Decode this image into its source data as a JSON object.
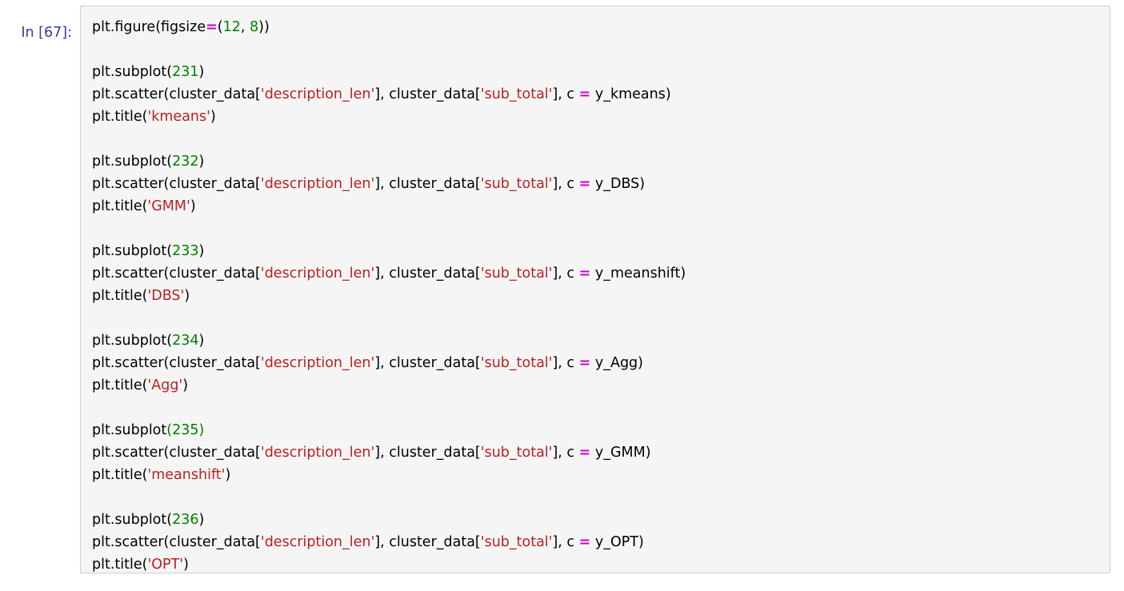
{
  "cell": {
    "prompt": "In [67]:",
    "prompt_color": "#303f9f",
    "background": "#f5f5f5",
    "border_color": "#cfcfcf",
    "type": "code",
    "language": "python"
  },
  "colors": {
    "plain": "#000000",
    "number": "#008000",
    "string": "#ba2121",
    "operator": "#cc00cc",
    "page_background": "#ffffff"
  },
  "code_lines": [
    {
      "id": "line-1",
      "tokens": [
        {
          "t": "plain",
          "v": "plt.figure(figsize"
        },
        {
          "t": "op",
          "v": "="
        },
        {
          "t": "plain",
          "v": "("
        },
        {
          "t": "num",
          "v": "12"
        },
        {
          "t": "plain",
          "v": ", "
        },
        {
          "t": "num",
          "v": "8"
        },
        {
          "t": "plain",
          "v": "))"
        }
      ]
    },
    {
      "id": "line-2",
      "tokens": []
    },
    {
      "id": "line-3",
      "tokens": [
        {
          "t": "plain",
          "v": "plt.subplot("
        },
        {
          "t": "num",
          "v": "231"
        },
        {
          "t": "plain",
          "v": ")"
        }
      ]
    },
    {
      "id": "line-4",
      "tokens": [
        {
          "t": "plain",
          "v": "plt.scatter(cluster_data["
        },
        {
          "t": "str",
          "v": "'description_len'"
        },
        {
          "t": "plain",
          "v": "], cluster_data["
        },
        {
          "t": "str",
          "v": "'sub_total'"
        },
        {
          "t": "plain",
          "v": "], c "
        },
        {
          "t": "op",
          "v": "="
        },
        {
          "t": "plain",
          "v": " y_kmeans)"
        }
      ]
    },
    {
      "id": "line-5",
      "tokens": [
        {
          "t": "plain",
          "v": "plt.title("
        },
        {
          "t": "str",
          "v": "'kmeans'"
        },
        {
          "t": "plain",
          "v": ")"
        }
      ]
    },
    {
      "id": "line-6",
      "tokens": []
    },
    {
      "id": "line-7",
      "tokens": [
        {
          "t": "plain",
          "v": "plt.subplot("
        },
        {
          "t": "num",
          "v": "232"
        },
        {
          "t": "plain",
          "v": ")"
        }
      ]
    },
    {
      "id": "line-8",
      "tokens": [
        {
          "t": "plain",
          "v": "plt.scatter(cluster_data["
        },
        {
          "t": "str",
          "v": "'description_len'"
        },
        {
          "t": "plain",
          "v": "], cluster_data["
        },
        {
          "t": "str",
          "v": "'sub_total'"
        },
        {
          "t": "plain",
          "v": "], c "
        },
        {
          "t": "op",
          "v": "="
        },
        {
          "t": "plain",
          "v": " y_DBS)"
        }
      ]
    },
    {
      "id": "line-9",
      "tokens": [
        {
          "t": "plain",
          "v": "plt.title("
        },
        {
          "t": "str",
          "v": "'GMM'"
        },
        {
          "t": "plain",
          "v": ")"
        }
      ]
    },
    {
      "id": "line-10",
      "tokens": []
    },
    {
      "id": "line-11",
      "tokens": [
        {
          "t": "plain",
          "v": "plt.subplot("
        },
        {
          "t": "num",
          "v": "233"
        },
        {
          "t": "plain",
          "v": ")"
        }
      ]
    },
    {
      "id": "line-12",
      "tokens": [
        {
          "t": "plain",
          "v": "plt.scatter(cluster_data["
        },
        {
          "t": "str",
          "v": "'description_len'"
        },
        {
          "t": "plain",
          "v": "], cluster_data["
        },
        {
          "t": "str",
          "v": "'sub_total'"
        },
        {
          "t": "plain",
          "v": "], c "
        },
        {
          "t": "op",
          "v": "="
        },
        {
          "t": "plain",
          "v": " y_meanshift)"
        }
      ]
    },
    {
      "id": "line-13",
      "tokens": [
        {
          "t": "plain",
          "v": "plt.title("
        },
        {
          "t": "str",
          "v": "'DBS'"
        },
        {
          "t": "plain",
          "v": ")"
        }
      ]
    },
    {
      "id": "line-14",
      "tokens": []
    },
    {
      "id": "line-15",
      "tokens": [
        {
          "t": "plain",
          "v": "plt.subplot("
        },
        {
          "t": "num",
          "v": "234"
        },
        {
          "t": "plain",
          "v": ")"
        }
      ]
    },
    {
      "id": "line-16",
      "tokens": [
        {
          "t": "plain",
          "v": "plt.scatter(cluster_data["
        },
        {
          "t": "str",
          "v": "'description_len'"
        },
        {
          "t": "plain",
          "v": "], cluster_data["
        },
        {
          "t": "str",
          "v": "'sub_total'"
        },
        {
          "t": "plain",
          "v": "], c "
        },
        {
          "t": "op",
          "v": "="
        },
        {
          "t": "plain",
          "v": " y_Agg)"
        }
      ]
    },
    {
      "id": "line-17",
      "tokens": [
        {
          "t": "plain",
          "v": "plt.title("
        },
        {
          "t": "str",
          "v": "'Agg'"
        },
        {
          "t": "plain",
          "v": ")"
        }
      ]
    },
    {
      "id": "line-18",
      "tokens": []
    },
    {
      "id": "line-19",
      "tokens": [
        {
          "t": "plain",
          "v": "plt.subplot"
        },
        {
          "t": "paren-green",
          "v": "("
        },
        {
          "t": "num",
          "v": "235"
        },
        {
          "t": "paren-green",
          "v": ")"
        }
      ]
    },
    {
      "id": "line-20",
      "tokens": [
        {
          "t": "plain",
          "v": "plt.scatter(cluster_data["
        },
        {
          "t": "str",
          "v": "'description_len'"
        },
        {
          "t": "plain",
          "v": "], cluster_data["
        },
        {
          "t": "str",
          "v": "'sub_total'"
        },
        {
          "t": "plain",
          "v": "], c "
        },
        {
          "t": "op",
          "v": "="
        },
        {
          "t": "plain",
          "v": " y_GMM)"
        }
      ]
    },
    {
      "id": "line-21",
      "tokens": [
        {
          "t": "plain",
          "v": "plt.title("
        },
        {
          "t": "str",
          "v": "'meanshift'"
        },
        {
          "t": "plain",
          "v": ")"
        }
      ]
    },
    {
      "id": "line-22",
      "tokens": []
    },
    {
      "id": "line-23",
      "tokens": [
        {
          "t": "plain",
          "v": "plt.subplot("
        },
        {
          "t": "num",
          "v": "236"
        },
        {
          "t": "plain",
          "v": ")"
        }
      ]
    },
    {
      "id": "line-24",
      "tokens": [
        {
          "t": "plain",
          "v": "plt.scatter(cluster_data["
        },
        {
          "t": "str",
          "v": "'description_len'"
        },
        {
          "t": "plain",
          "v": "], cluster_data["
        },
        {
          "t": "str",
          "v": "'sub_total'"
        },
        {
          "t": "plain",
          "v": "], c "
        },
        {
          "t": "op",
          "v": "="
        },
        {
          "t": "plain",
          "v": " y_OPT)"
        }
      ]
    },
    {
      "id": "line-25",
      "tokens": [
        {
          "t": "plain",
          "v": "plt.title("
        },
        {
          "t": "str",
          "v": "'OPT'"
        },
        {
          "t": "plain",
          "v": ")"
        }
      ]
    }
  ]
}
